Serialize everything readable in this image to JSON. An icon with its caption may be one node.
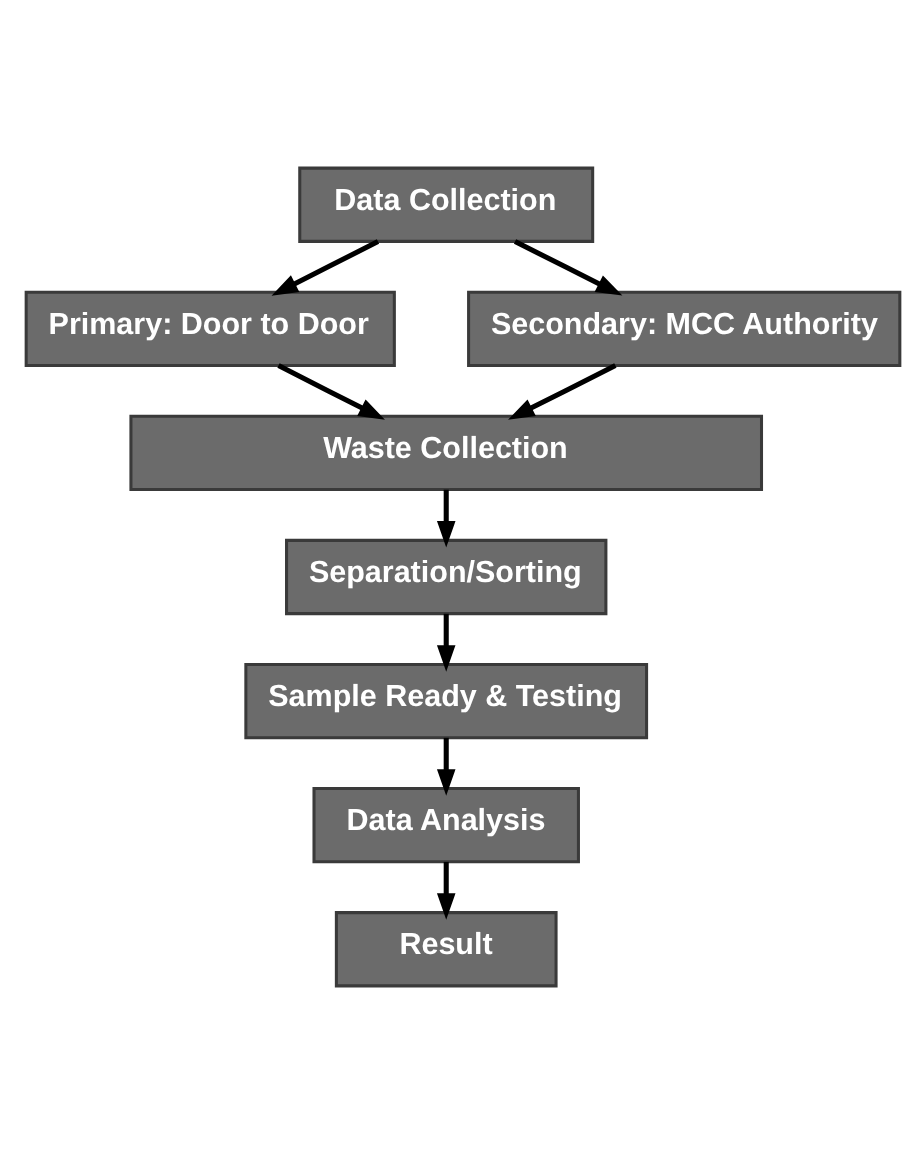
{
  "diagram": {
    "nodes": [
      {
        "text": [
          "Data Collection"
        ]
      },
      {
        "text": [
          "Primary: Door to Door"
        ]
      },
      {
        "text": [
          "Secondary: MCC Authority"
        ]
      },
      {
        "text": [
          "Waste Collection"
        ]
      },
      {
        "text": [
          "Separation/Sorting"
        ]
      },
      {
        "text": [
          "Sample Ready & Testing"
        ]
      },
      {
        "text": [
          "Data Analysis"
        ]
      },
      {
        "text": [
          "Result"
        ]
      }
    ],
    "edges": [
      {
        "from": 0,
        "to": 1,
        "arrow": "to"
      },
      {
        "from": 0,
        "to": 2,
        "arrow": "to"
      },
      {
        "from": 1,
        "to": 3,
        "arrow": "to"
      },
      {
        "from": 2,
        "to": 3,
        "arrow": "to"
      },
      {
        "from": 3,
        "to": 4,
        "arrow": "to"
      },
      {
        "from": 4,
        "to": 5,
        "arrow": "to"
      },
      {
        "from": 5,
        "to": 6,
        "arrow": "to"
      },
      {
        "from": 6,
        "to": 7,
        "arrow": "to"
      }
    ]
  }
}
